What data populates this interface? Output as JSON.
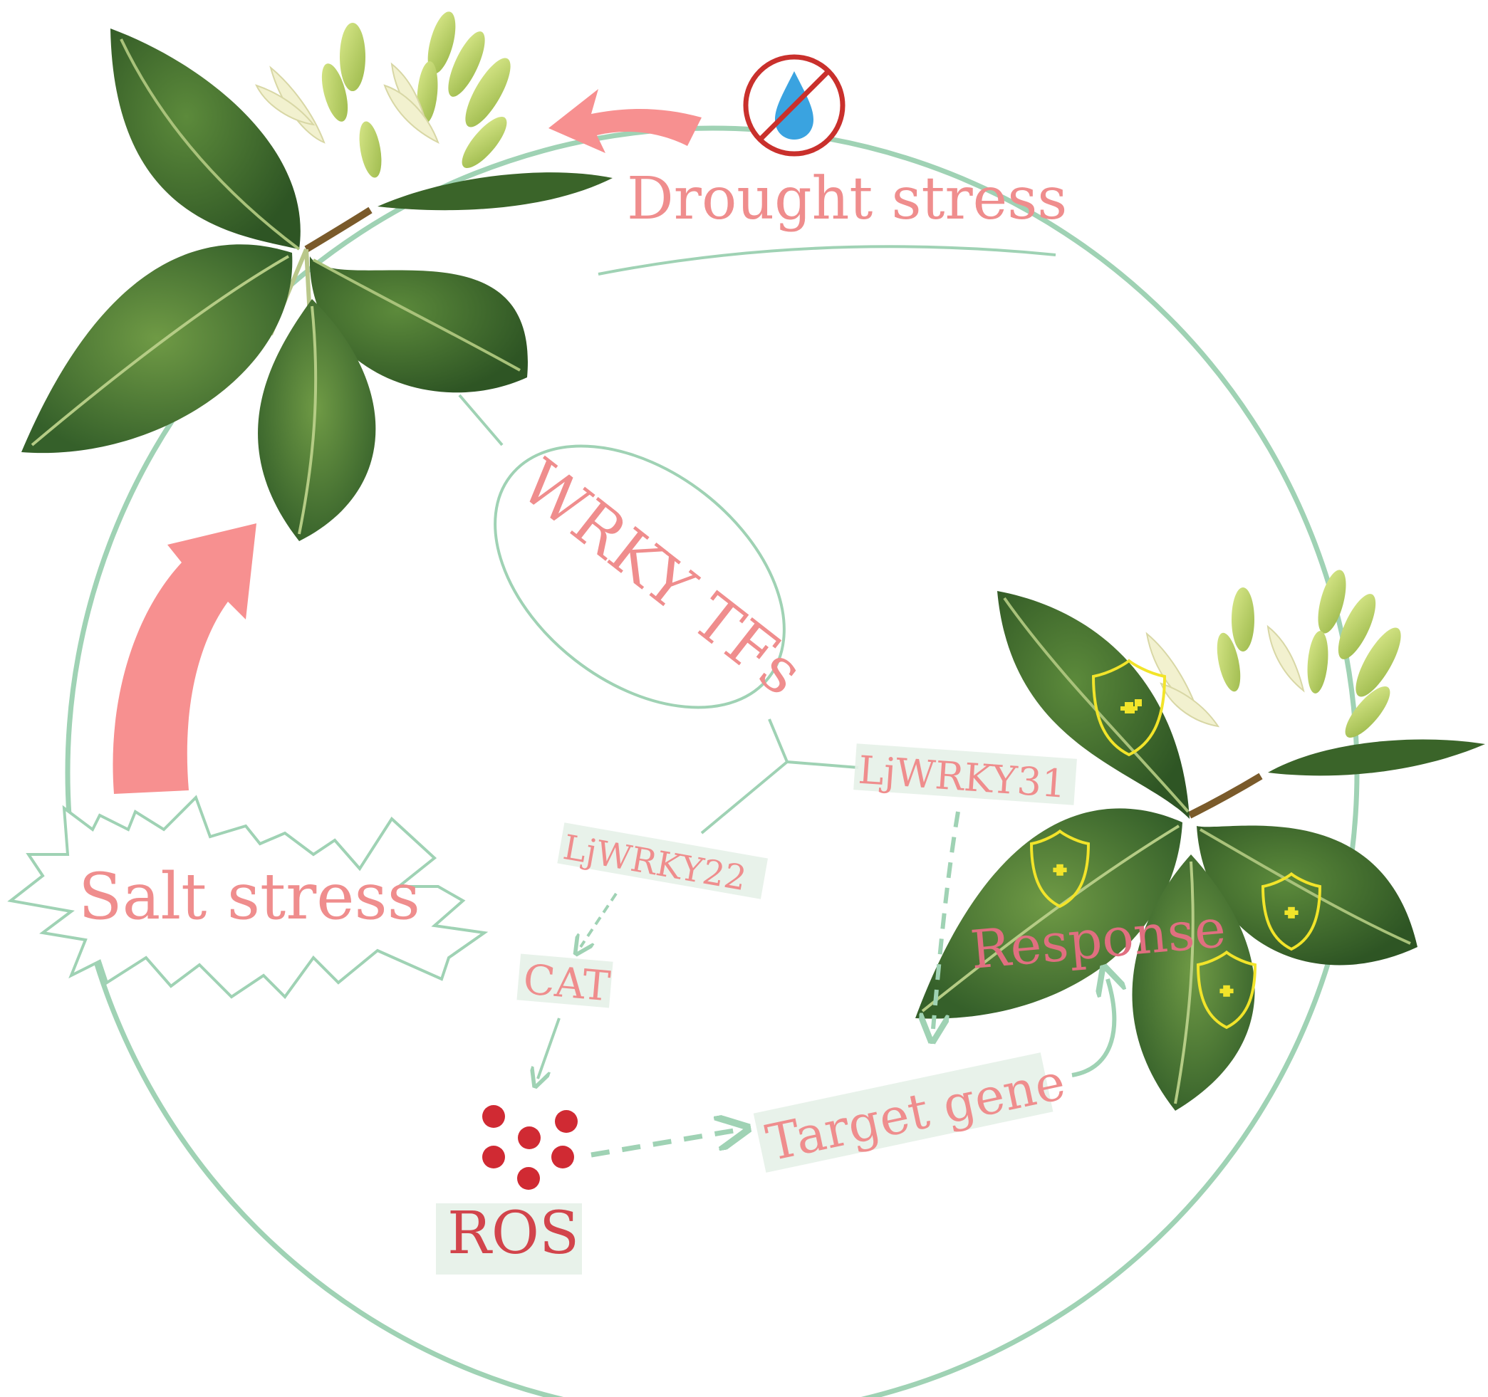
{
  "labels": {
    "drought": "Drought stress",
    "salt": "Salt stress",
    "wrky": "WRKY TFs",
    "wrky31": "LjWRKY31",
    "wrky22": "LjWRKY22",
    "cat": "CAT",
    "ros": "ROS",
    "target": "Target gene",
    "response": "Response"
  },
  "colors": {
    "green_line": "#9fd2b4",
    "pink_text": "#ef8d8d",
    "pink_arrow": "#f79090",
    "label_bg": "#e6f1e8",
    "ros_dot": "#d02a33",
    "shield": "#f2e42a",
    "leaf_dark": "#3f6a2a",
    "leaf_mid": "#58863c",
    "bud": "#b8cf62",
    "flower": "#f2f1cf"
  },
  "icons": {
    "no_water": "no-water-icon",
    "shield": "shield-plus-icon",
    "plant": "honeysuckle-plant"
  }
}
